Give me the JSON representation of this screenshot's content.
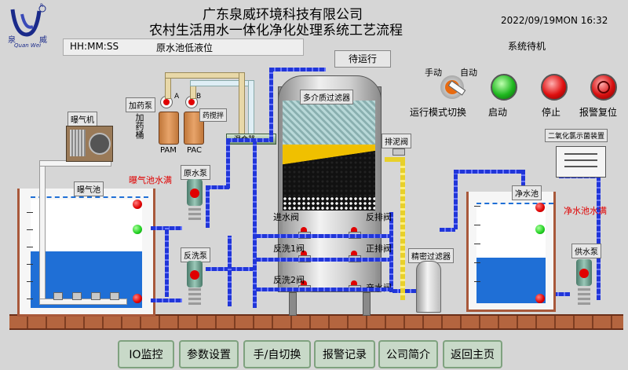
{
  "header": {
    "company": "广东泉威环境科技有限公司",
    "title": "农村生活用水一体化净化处理系统工艺流程",
    "datetime": "2022/09/19MON 16:32",
    "logo_text_left": "泉",
    "logo_text_right": "威",
    "logo_sub": "Quan Wei",
    "logo_mark": "R"
  },
  "status": {
    "runtime": "HH:MM:SS",
    "message": "原水池低液位",
    "run_state": "待运行",
    "system_state": "系统待机"
  },
  "controls": {
    "manual_label": "手动",
    "auto_label": "自动",
    "mode_switch": "运行模式切换",
    "start": "启动",
    "stop": "停止",
    "alarm_reset": "报警复位"
  },
  "equipment": {
    "aerator": "曝气机",
    "aeration_tank": "曝气池",
    "aeration_full": "曝气池水满",
    "dosing_pump": "加药泵",
    "dosing_tank": "加药桶",
    "pump_a": "A",
    "pump_b": "B",
    "pam": "PAM",
    "pac": "PAC",
    "mixer": "药搅拌",
    "mixing_unit": "混合器",
    "raw_pump": "原水泵",
    "backwash_pump": "反洗泵",
    "multimedia_filter": "多介质过滤器",
    "sludge_valve": "排泥阀",
    "inlet_valve": "进水阀",
    "backdrain_valve": "反排阀",
    "backwash1": "反洗1阀",
    "forward_drain": "正排阀",
    "backwash2": "反洗2阀",
    "outlet_valve": "产水阀",
    "precision_filter": "精密过滤器",
    "clean_tank": "净水池",
    "clean_full": "净水池水满",
    "supply_pump": "供水泵",
    "chlorine_device": "二氧化氯示菌装置"
  },
  "nav": {
    "io": "IO监控",
    "params": "参数设置",
    "manual_auto": "手/自切换",
    "alarm_log": "报警记录",
    "company": "公司简介",
    "home": "返回主页"
  },
  "colors": {
    "pipe_blue": "#2136d8",
    "water": "#1f6fd6",
    "alarm_red": "#e00000",
    "ok_green": "#20d020",
    "brick": "#a8583a"
  }
}
